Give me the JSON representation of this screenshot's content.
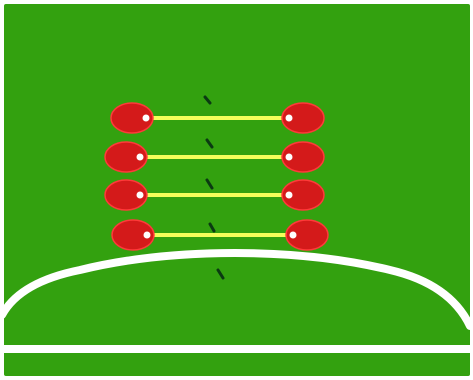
{
  "diagram": {
    "colors": {
      "pitch": "#33a10f",
      "pitch_line": "#ffffff",
      "cone_fill": "#d41a1a",
      "cone_edge": "#ff3a3a",
      "ladder_rung": "#f4ff5a",
      "marker": "#0b3a12"
    },
    "ladder": {
      "rung_count": 4,
      "marker_count": 5
    },
    "elements": [
      "pitch",
      "halfway-line",
      "centre-circle-arc",
      "cone-pairs",
      "yellow-rung-lines",
      "dark-step-markers"
    ]
  }
}
